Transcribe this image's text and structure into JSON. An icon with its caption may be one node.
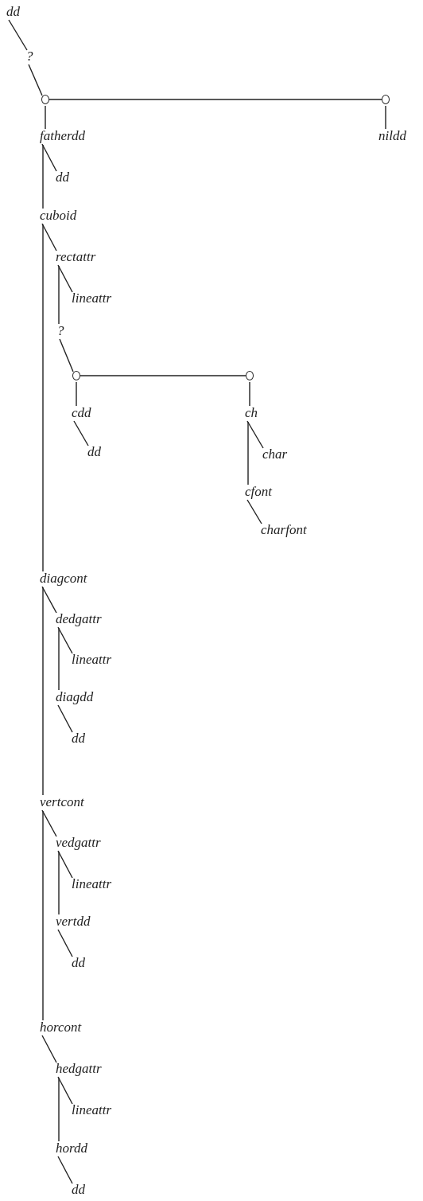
{
  "diagram": {
    "nodes": [
      {
        "text": [
          "dd"
        ]
      },
      {
        "text": [
          "?"
        ]
      },
      {
        "text": [],
        "shape": "circle"
      },
      {
        "text": [],
        "shape": "circle"
      },
      {
        "text": [
          "fatherdd"
        ]
      },
      {
        "text": [
          "nildd"
        ]
      },
      {
        "text": [
          "dd"
        ]
      },
      {
        "text": [
          "cuboid"
        ]
      },
      {
        "text": [
          "rectattr"
        ]
      },
      {
        "text": [
          "lineattr"
        ]
      },
      {
        "text": [
          "?"
        ]
      },
      {
        "text": [],
        "shape": "circle"
      },
      {
        "text": [],
        "shape": "circle"
      },
      {
        "text": [
          "cdd"
        ]
      },
      {
        "text": [
          "ch"
        ]
      },
      {
        "text": [
          "dd"
        ]
      },
      {
        "text": [
          "char"
        ]
      },
      {
        "text": [
          "cfont"
        ]
      },
      {
        "text": [
          "charfont"
        ]
      },
      {
        "text": [
          "diagcont"
        ]
      },
      {
        "text": [
          "dedgattr"
        ]
      },
      {
        "text": [
          "lineattr"
        ]
      },
      {
        "text": [
          "diagdd"
        ]
      },
      {
        "text": [
          "dd"
        ]
      },
      {
        "text": [
          "vertcont"
        ]
      },
      {
        "text": [
          "vedgattr"
        ]
      },
      {
        "text": [
          "lineattr"
        ]
      },
      {
        "text": [
          "vertdd"
        ]
      },
      {
        "text": [
          "dd"
        ]
      },
      {
        "text": [
          "horcont"
        ]
      },
      {
        "text": [
          "hedgattr"
        ]
      },
      {
        "text": [
          "lineattr"
        ]
      },
      {
        "text": [
          "hordd"
        ]
      },
      {
        "text": [
          "dd"
        ]
      }
    ],
    "edges": [
      {
        "from": 0,
        "to": 1,
        "arrow": "none"
      },
      {
        "from": 1,
        "to": 2,
        "arrow": "none"
      },
      {
        "from": 2,
        "to": 3,
        "arrow": "none"
      },
      {
        "from": 2,
        "to": 4,
        "arrow": "none"
      },
      {
        "from": 3,
        "to": 5,
        "arrow": "none"
      },
      {
        "from": 4,
        "to": 6,
        "arrow": "none"
      },
      {
        "from": 4,
        "to": 7,
        "arrow": "none"
      },
      {
        "from": 7,
        "to": 8,
        "arrow": "none"
      },
      {
        "from": 7,
        "to": 19,
        "arrow": "none"
      },
      {
        "from": 8,
        "to": 9,
        "arrow": "none"
      },
      {
        "from": 8,
        "to": 10,
        "arrow": "none"
      },
      {
        "from": 10,
        "to": 11,
        "arrow": "none"
      },
      {
        "from": 11,
        "to": 12,
        "arrow": "none"
      },
      {
        "from": 11,
        "to": 13,
        "arrow": "none"
      },
      {
        "from": 12,
        "to": 14,
        "arrow": "none"
      },
      {
        "from": 13,
        "to": 15,
        "arrow": "none"
      },
      {
        "from": 14,
        "to": 16,
        "arrow": "none"
      },
      {
        "from": 14,
        "to": 17,
        "arrow": "none"
      },
      {
        "from": 17,
        "to": 18,
        "arrow": "none"
      },
      {
        "from": 19,
        "to": 20,
        "arrow": "none"
      },
      {
        "from": 19,
        "to": 24,
        "arrow": "none"
      },
      {
        "from": 20,
        "to": 21,
        "arrow": "none"
      },
      {
        "from": 20,
        "to": 22,
        "arrow": "none"
      },
      {
        "from": 22,
        "to": 23,
        "arrow": "none"
      },
      {
        "from": 24,
        "to": 25,
        "arrow": "none"
      },
      {
        "from": 24,
        "to": 29,
        "arrow": "none"
      },
      {
        "from": 25,
        "to": 26,
        "arrow": "none"
      },
      {
        "from": 25,
        "to": 27,
        "arrow": "none"
      },
      {
        "from": 27,
        "to": 28,
        "arrow": "none"
      },
      {
        "from": 29,
        "to": 30,
        "arrow": "none"
      },
      {
        "from": 30,
        "to": 31,
        "arrow": "none"
      },
      {
        "from": 30,
        "to": 32,
        "arrow": "none"
      },
      {
        "from": 32,
        "to": 33,
        "arrow": "none"
      }
    ]
  }
}
